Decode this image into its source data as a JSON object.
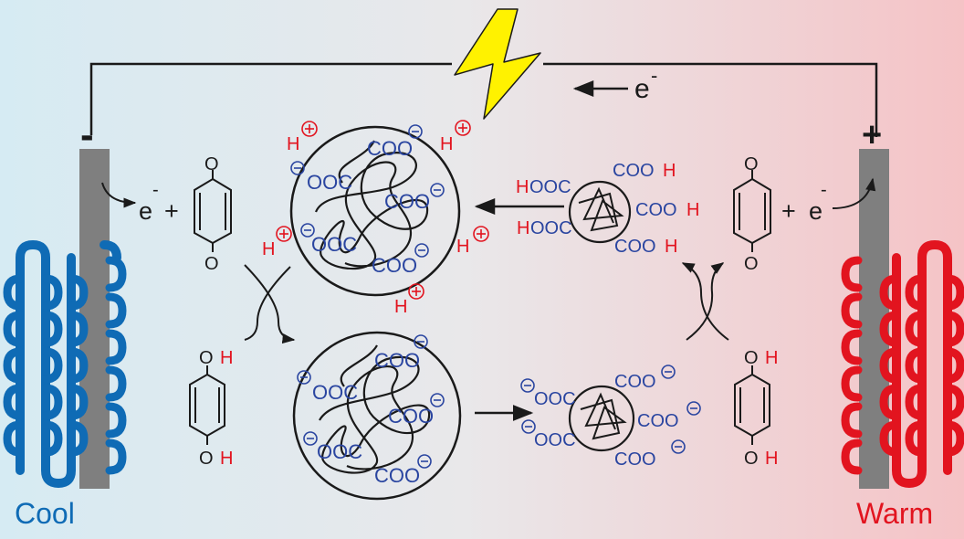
{
  "labels": {
    "cool": "Cool",
    "warm": "Warm",
    "minus": "-",
    "plus": "+",
    "e": "e",
    "sup_minus": "-",
    "plus_sign": "+",
    "O": "O",
    "H": "H",
    "COO": "COO",
    "OOC": "OOC",
    "COOH": "COOH",
    "HOOC": "HOOC",
    "C": "C"
  },
  "colors": {
    "cool": "#0f6bb5",
    "warm": "#e2141f",
    "blue_text": "#2a45a0",
    "red_text": "#e2141f",
    "electrode": "#7f7f7f",
    "lightning": "#fff200",
    "bg_left": "#d6ebf3",
    "bg_right": "#f5c4c7"
  }
}
